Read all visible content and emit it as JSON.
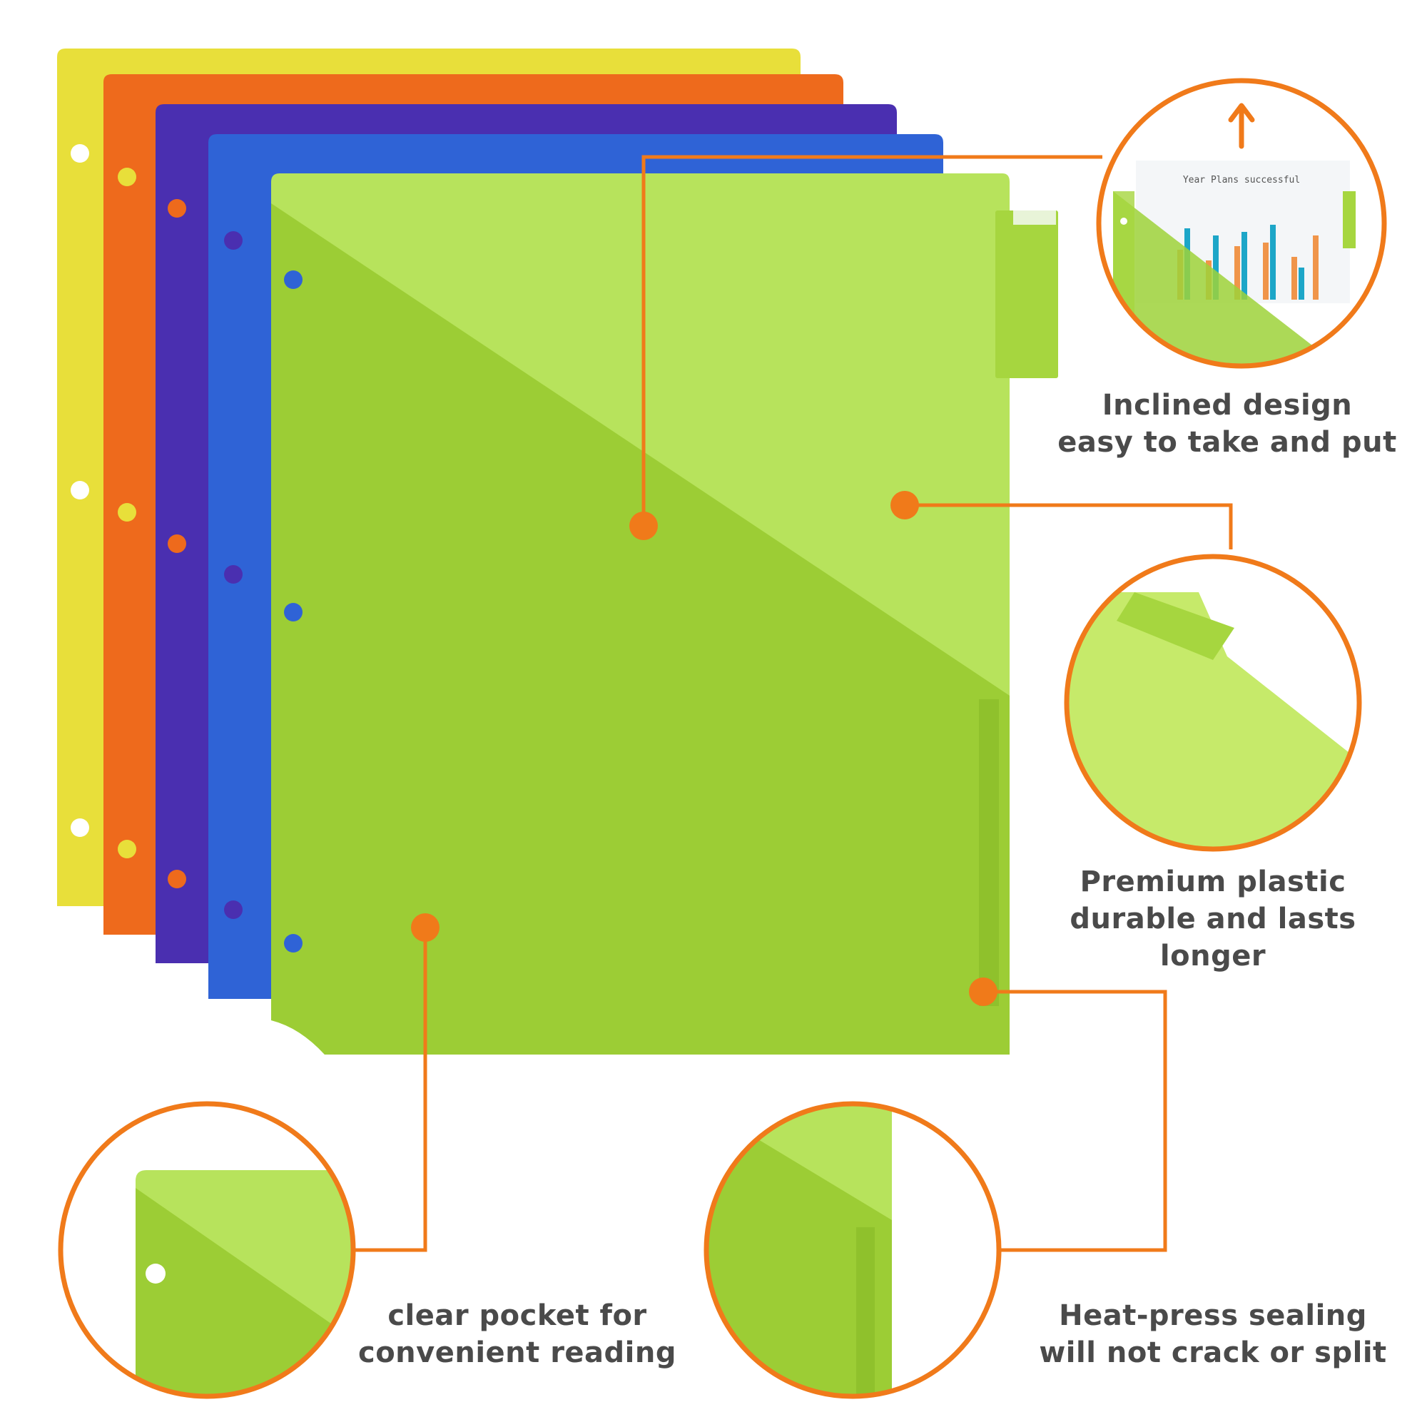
{
  "accent_color": "#f07a1a",
  "folder_colors": [
    "#e8df3a",
    "#ee6a1c",
    "#4a2fb0",
    "#2f63d6",
    "#9ed23a"
  ],
  "inset_chart": {
    "title": "Year Plans successful"
  },
  "callouts": [
    {
      "id": "inclined",
      "lines": [
        "Inclined design",
        "easy to take and put"
      ]
    },
    {
      "id": "premium",
      "lines": [
        "Premium plastic",
        "durable and lasts",
        "longer"
      ]
    },
    {
      "id": "pocket",
      "lines": [
        "clear pocket for",
        "convenient reading"
      ]
    },
    {
      "id": "sealing",
      "lines": [
        "Heat-press sealing",
        "will not crack or split"
      ]
    }
  ]
}
